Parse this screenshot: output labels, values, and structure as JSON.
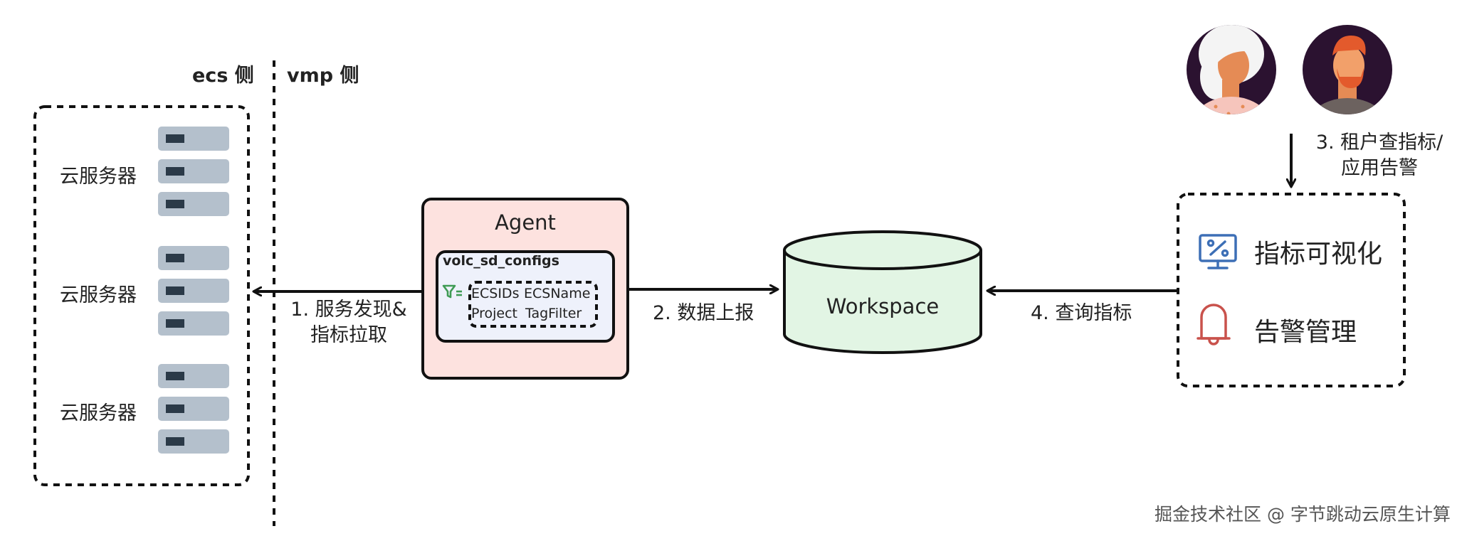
{
  "sides": {
    "ecs": "ecs 侧",
    "vmp": "vmp 侧"
  },
  "servers": {
    "label": "云服务器",
    "groups": [
      {
        "label": "云服务器"
      },
      {
        "label": "云服务器"
      },
      {
        "label": "云服务器"
      }
    ]
  },
  "agent": {
    "title": "Agent",
    "config": {
      "title": "volc_sd_configs",
      "filter_icon": "filter-icon",
      "fields": [
        "ECSIDs",
        "ECSName",
        "Project",
        "TagFilter"
      ]
    }
  },
  "workspace": {
    "label": "Workspace"
  },
  "arrows": {
    "discover": [
      "1. 服务发现&",
      "指标拉取"
    ],
    "report": "2. 数据上报",
    "tenant": [
      "3. 租户查指标/",
      "应用告警"
    ],
    "query": "4. 查询指标"
  },
  "features": [
    {
      "icon": "monitor-chart-icon",
      "label": "指标可视化"
    },
    {
      "icon": "bell-icon",
      "label": "告警管理"
    }
  ],
  "users": [
    {
      "icon": "woman-avatar-icon"
    },
    {
      "icon": "man-avatar-icon"
    }
  ],
  "watermark": "掘金技术社区 @ 字节跳动云原生计算",
  "colors": {
    "agent_fill": "#fde2df",
    "config_fill": "#eef1fb",
    "workspace_fill": "#e2f5e4",
    "server_gray": "#b4c0cc",
    "server_slot": "#2b3a48",
    "monitor_icon": "#3d6fb6",
    "bell_icon": "#c9524c",
    "filter_icon": "#3f9b55"
  }
}
